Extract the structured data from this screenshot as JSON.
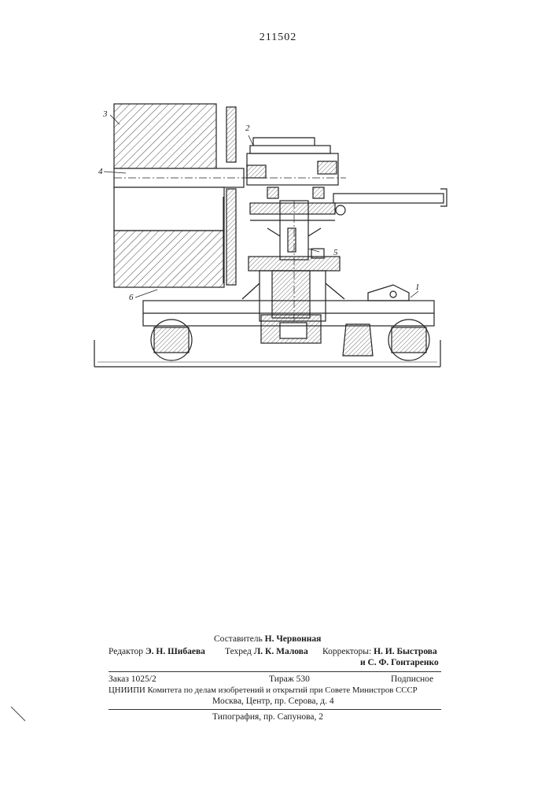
{
  "patent_number": "211502",
  "figure_labels": [
    "3",
    "2",
    "4",
    "5",
    "1",
    "6"
  ],
  "credits": {
    "composer_role": "Составитель",
    "composer_name": "Н. Червонная",
    "editor_role": "Редактор",
    "editor_name": "Э. Н. Шибаева",
    "techred_role": "Техред",
    "techred_name": "Л. К. Малова",
    "correctors_role": "Корректоры:",
    "corrector_1": "Н. И. Быстрова",
    "corrector_2": "и С. Ф. Гонтаренко"
  },
  "imprint": {
    "order": "Заказ 1025/2",
    "circulation": "Тираж 530",
    "subscription": "Подписное",
    "institute": "ЦНИИПИ Комитета по делам изобретений и открытий при Совете Министров СССР",
    "address": "Москва, Центр, пр. Серова, д. 4",
    "printing": "Типография, пр. Сапунова, 2"
  }
}
